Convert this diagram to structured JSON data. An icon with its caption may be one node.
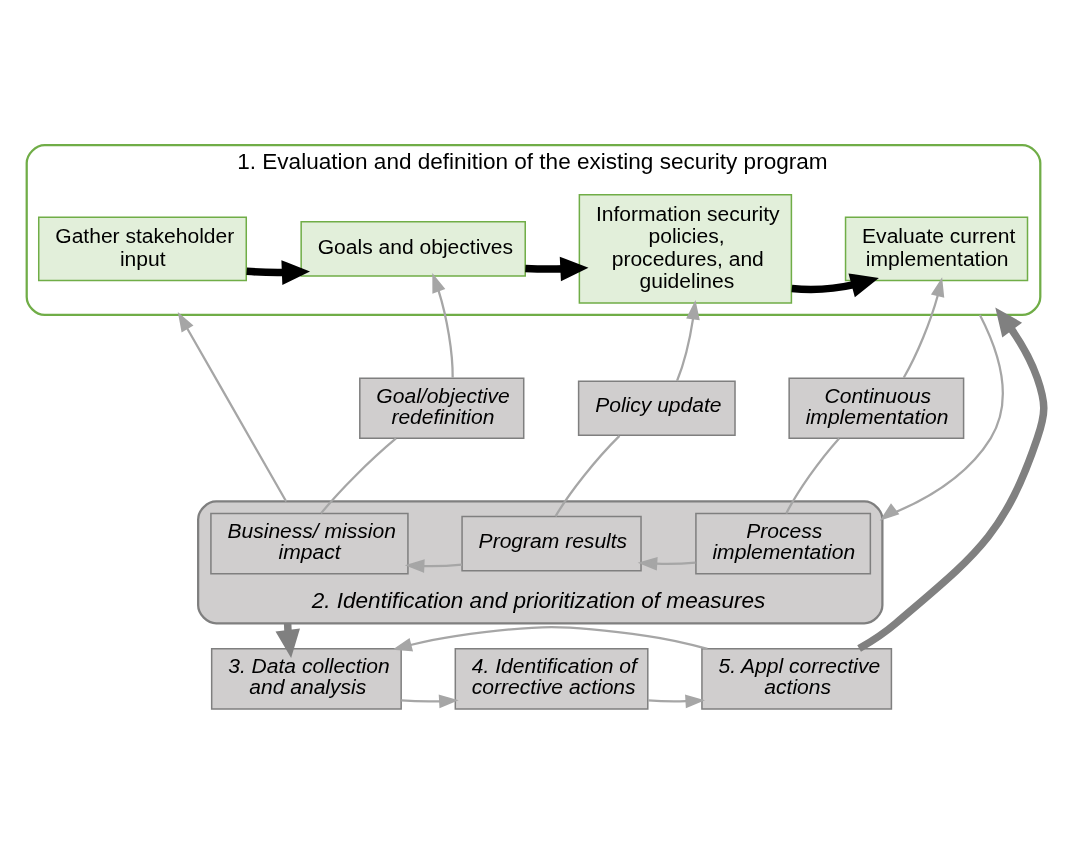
{
  "diagram": {
    "nodes": [
      {
        "text": [
          "1. Evaluation and definition of the existing security program"
        ]
      },
      {
        "text": [
          "Gather stakeholder input"
        ],
        "in": 0
      },
      {
        "text": [
          "Goals and objectives"
        ],
        "in": 0
      },
      {
        "text": [
          "Information security policies, procedures, and guidelines"
        ],
        "in": 0
      },
      {
        "text": [
          "Evaluate current implementation"
        ],
        "in": 0
      },
      {
        "text": [
          "Goal/objective redefinition"
        ]
      },
      {
        "text": [
          "Policy update"
        ]
      },
      {
        "text": [
          "Continuous implementation"
        ]
      },
      {
        "text": [
          "2. Identification and prioritization of measures"
        ]
      },
      {
        "text": [
          "Business/ mission impact"
        ],
        "in": 8
      },
      {
        "text": [
          "Program results"
        ],
        "in": 8
      },
      {
        "text": [
          "Process implementation"
        ],
        "in": 8
      },
      {
        "text": [
          "3. Data collection and analysis"
        ]
      },
      {
        "text": [
          "4. Identification of corrective actions"
        ]
      },
      {
        "text": [
          "5. Appl corrective actions"
        ]
      }
    ],
    "edges": [
      {
        "from": 1,
        "to": 2,
        "arrow": "to",
        "style": "thick",
        "color": "#000000"
      },
      {
        "from": 2,
        "to": 3,
        "arrow": "to",
        "style": "thick",
        "color": "#000000"
      },
      {
        "from": 3,
        "to": 4,
        "arrow": "to",
        "style": "thick",
        "color": "#000000"
      },
      {
        "from": 9,
        "to": 5,
        "arrow": "none"
      },
      {
        "from": 5,
        "to": 2,
        "arrow": "to"
      },
      {
        "from": 10,
        "to": 6,
        "arrow": "none"
      },
      {
        "from": 6,
        "to": 3,
        "arrow": "to"
      },
      {
        "from": 11,
        "to": 7,
        "arrow": "none"
      },
      {
        "from": 7,
        "to": 4,
        "arrow": "to"
      },
      {
        "from": 11,
        "to": 10,
        "arrow": "to"
      },
      {
        "from": 10,
        "to": 9,
        "arrow": "to"
      },
      {
        "from": 8,
        "to": 0,
        "arrow": "to"
      },
      {
        "from": 0,
        "to": 8,
        "arrow": "to"
      },
      {
        "from": 8,
        "to": 12,
        "arrow": "to",
        "style": "thick",
        "color": "#808080"
      },
      {
        "from": 12,
        "to": 13,
        "arrow": "to"
      },
      {
        "from": 13,
        "to": 14,
        "arrow": "to"
      },
      {
        "from": 14,
        "to": 0,
        "arrow": "to",
        "style": "thick",
        "color": "#808080"
      },
      {
        "from": 14,
        "to": 12,
        "arrow": "to"
      }
    ]
  }
}
